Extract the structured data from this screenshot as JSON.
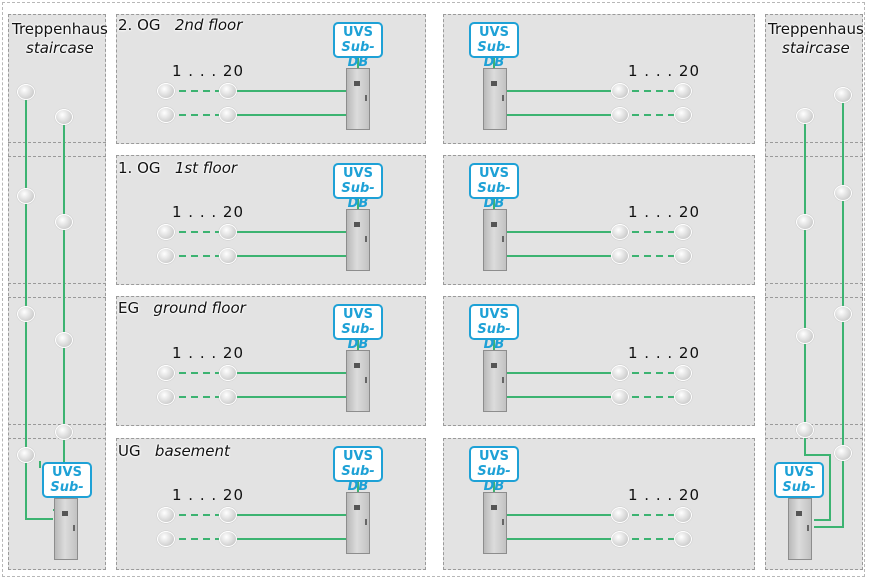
{
  "diagram": {
    "staircase_left": {
      "title": "Treppenhaus",
      "subtitle": "staircase"
    },
    "staircase_right": {
      "title": "Treppenhaus",
      "subtitle": "staircase"
    },
    "uvs_label": "UVS",
    "subdb_label": "Sub-DB",
    "luminaire_range": "1 . . . 20",
    "floors": [
      {
        "code": "2. OG",
        "name": "2nd floor"
      },
      {
        "code": "1. OG",
        "name": "1st floor"
      },
      {
        "code": "EG",
        "name": "ground floor"
      },
      {
        "code": "UG",
        "name": "basement"
      }
    ],
    "colors": {
      "wire": "#3cb371",
      "uvs_border": "#1ea1d6",
      "panel": "#e3e3e3"
    },
    "icons": [
      "luminaire-icon",
      "distribution-cabinet-icon"
    ]
  }
}
